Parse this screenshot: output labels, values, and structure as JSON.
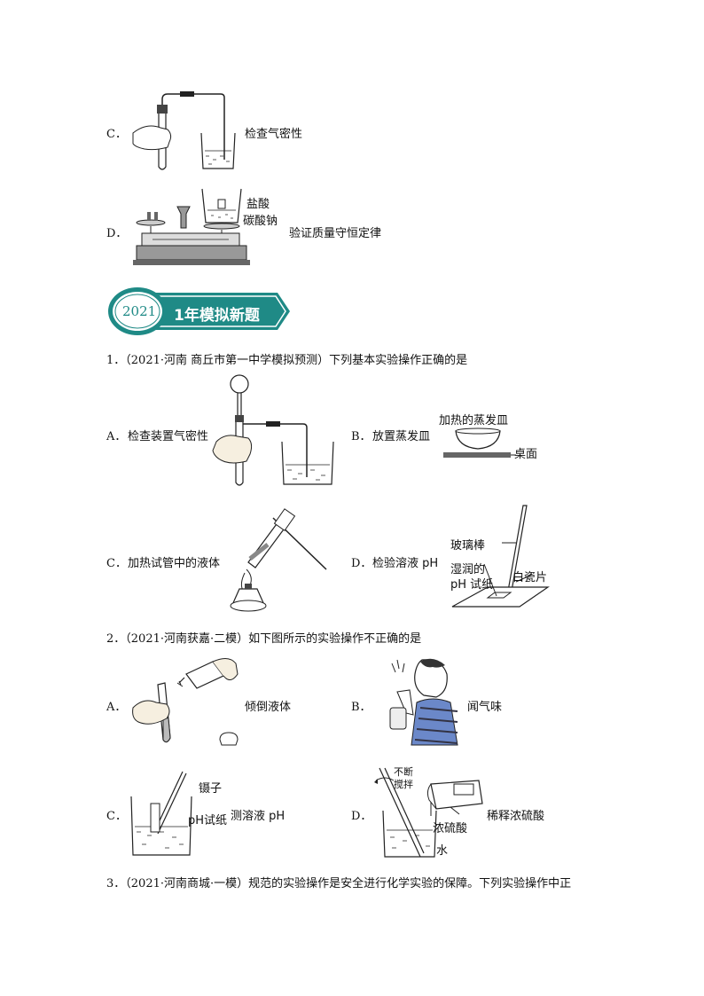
{
  "prev": {
    "c": {
      "letter": "C．",
      "label": "检查气密性"
    },
    "d": {
      "letter": "D．",
      "label": "验证质量守恒定律",
      "acid": "盐酸",
      "salt": "碳酸钠"
    }
  },
  "banner": {
    "year": "2021",
    "title": "1年模拟新题",
    "accent": "#1f8a86"
  },
  "q1": {
    "stem": "1．（2021·河南 商丘市第一中学模拟预测）下列基本实验操作正确的是",
    "a": {
      "letter": "A．",
      "text": "检查装置气密性"
    },
    "b": {
      "letter": "B．",
      "text": "放置蒸发皿",
      "dish": "加热的蒸发皿",
      "table": "桌面"
    },
    "c": {
      "letter": "C．",
      "text": "加热试管中的液体"
    },
    "d": {
      "letter": "D．",
      "text": "检验溶液 pH",
      "rod": "玻璃棒",
      "paper1": "湿润的",
      "paper2": "pH 试纸",
      "tile": "白瓷片"
    }
  },
  "q2": {
    "stem": "2．（2021·河南获嘉·二模）如下图所示的实验操作不正确的是",
    "a": {
      "letter": "A．",
      "text": "倾倒液体"
    },
    "b": {
      "letter": "B．",
      "text": "闻气味"
    },
    "c": {
      "letter": "C．",
      "text": "测溶液 pH",
      "tweezers": "镊子",
      "paper": "pH试纸"
    },
    "d": {
      "letter": "D．",
      "text": "稀释浓硫酸",
      "stir1": "不断",
      "stir2": "搅拌",
      "acid": "浓硫酸",
      "water": "水"
    }
  },
  "q3": {
    "stem": "3．（2021·河南商城·一模）规范的实验操作是安全进行化学实验的保障。下列实验操作中正"
  }
}
